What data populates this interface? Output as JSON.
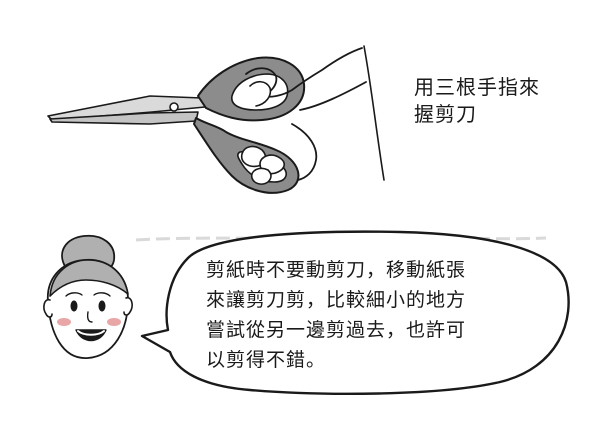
{
  "colors": {
    "ink": "#1a1a1a",
    "handle_gray": "#8c8c8c",
    "blade_gray": "#cfcfcf",
    "cheek_pink": "#e8a6a6",
    "smudge_gray": "#d9d9d9"
  },
  "caption": {
    "lines": [
      "用三根手指來",
      "握剪刀"
    ]
  },
  "speech_bubble": {
    "lines": [
      "剪紙時不要動剪刀，移動紙張",
      "來讓剪刀剪，比較細小的地方",
      "嘗試從另一邊剪過去，也許可",
      "以剪得不錯。"
    ]
  },
  "icons": {
    "scissors": "scissors-in-hand-illustration",
    "person": "smiling-woman-illustration"
  }
}
